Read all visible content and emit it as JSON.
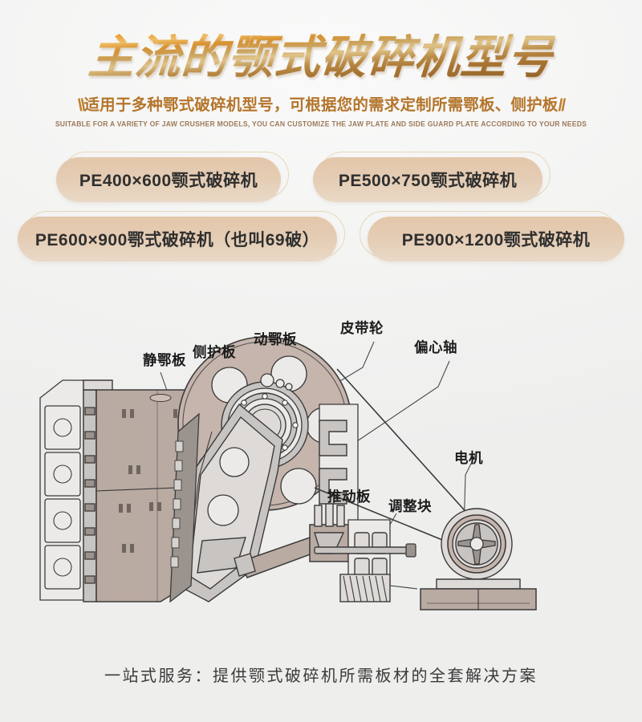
{
  "header": {
    "title": "主流的颚式破碎机型号",
    "slash_left": "\\\\",
    "slash_right": "//",
    "subtitle_cn": "适用于多种鄂式破碎机型号，可根据您的需求定制所需鄂板、侧护板",
    "subtitle_en": "SUITABLE FOR A VARIETY OF JAW CRUSHER MODELS, YOU CAN CUSTOMIZE THE JAW PLATE AND SIDE GUARD PLATE ACCORDING TO YOUR NEEDS",
    "title_gradient_start": "#e08a22",
    "title_gradient_end": "#8a5e27",
    "subtitle_color": "#b4752b"
  },
  "models": [
    {
      "label": "PE400×600颚式破碎机"
    },
    {
      "label": "PE500×750颚式破碎机"
    },
    {
      "label": "PE600×900鄂式破碎机（也叫69破）"
    },
    {
      "label": "PE900×1200颚式破碎机"
    }
  ],
  "pill_colors": {
    "fill_top": "#e3c7ab",
    "fill_bottom": "#e9d9c6",
    "outline": "#e6d7b9",
    "text": "#2f2f2f"
  },
  "diagram": {
    "alt": "颚式破碎机结构剖面图",
    "labels": [
      {
        "text": "静鄂板"
      },
      {
        "text": "侧护板"
      },
      {
        "text": "动鄂板"
      },
      {
        "text": "皮带轮"
      },
      {
        "text": "偏心轴"
      },
      {
        "text": "推动板"
      },
      {
        "text": "调整块"
      },
      {
        "text": "电机"
      }
    ],
    "colors": {
      "flywheel": "#c4b4ab",
      "jaw_plate": "#b9aaa2",
      "body_light": "#dcd8d5",
      "body_mid": "#c9c6c3",
      "outline": "#3a3a3a",
      "background": "#eeeeed"
    }
  },
  "footer": {
    "text": "一站式服务：提供颚式破碎机所需板材的全套解决方案"
  }
}
